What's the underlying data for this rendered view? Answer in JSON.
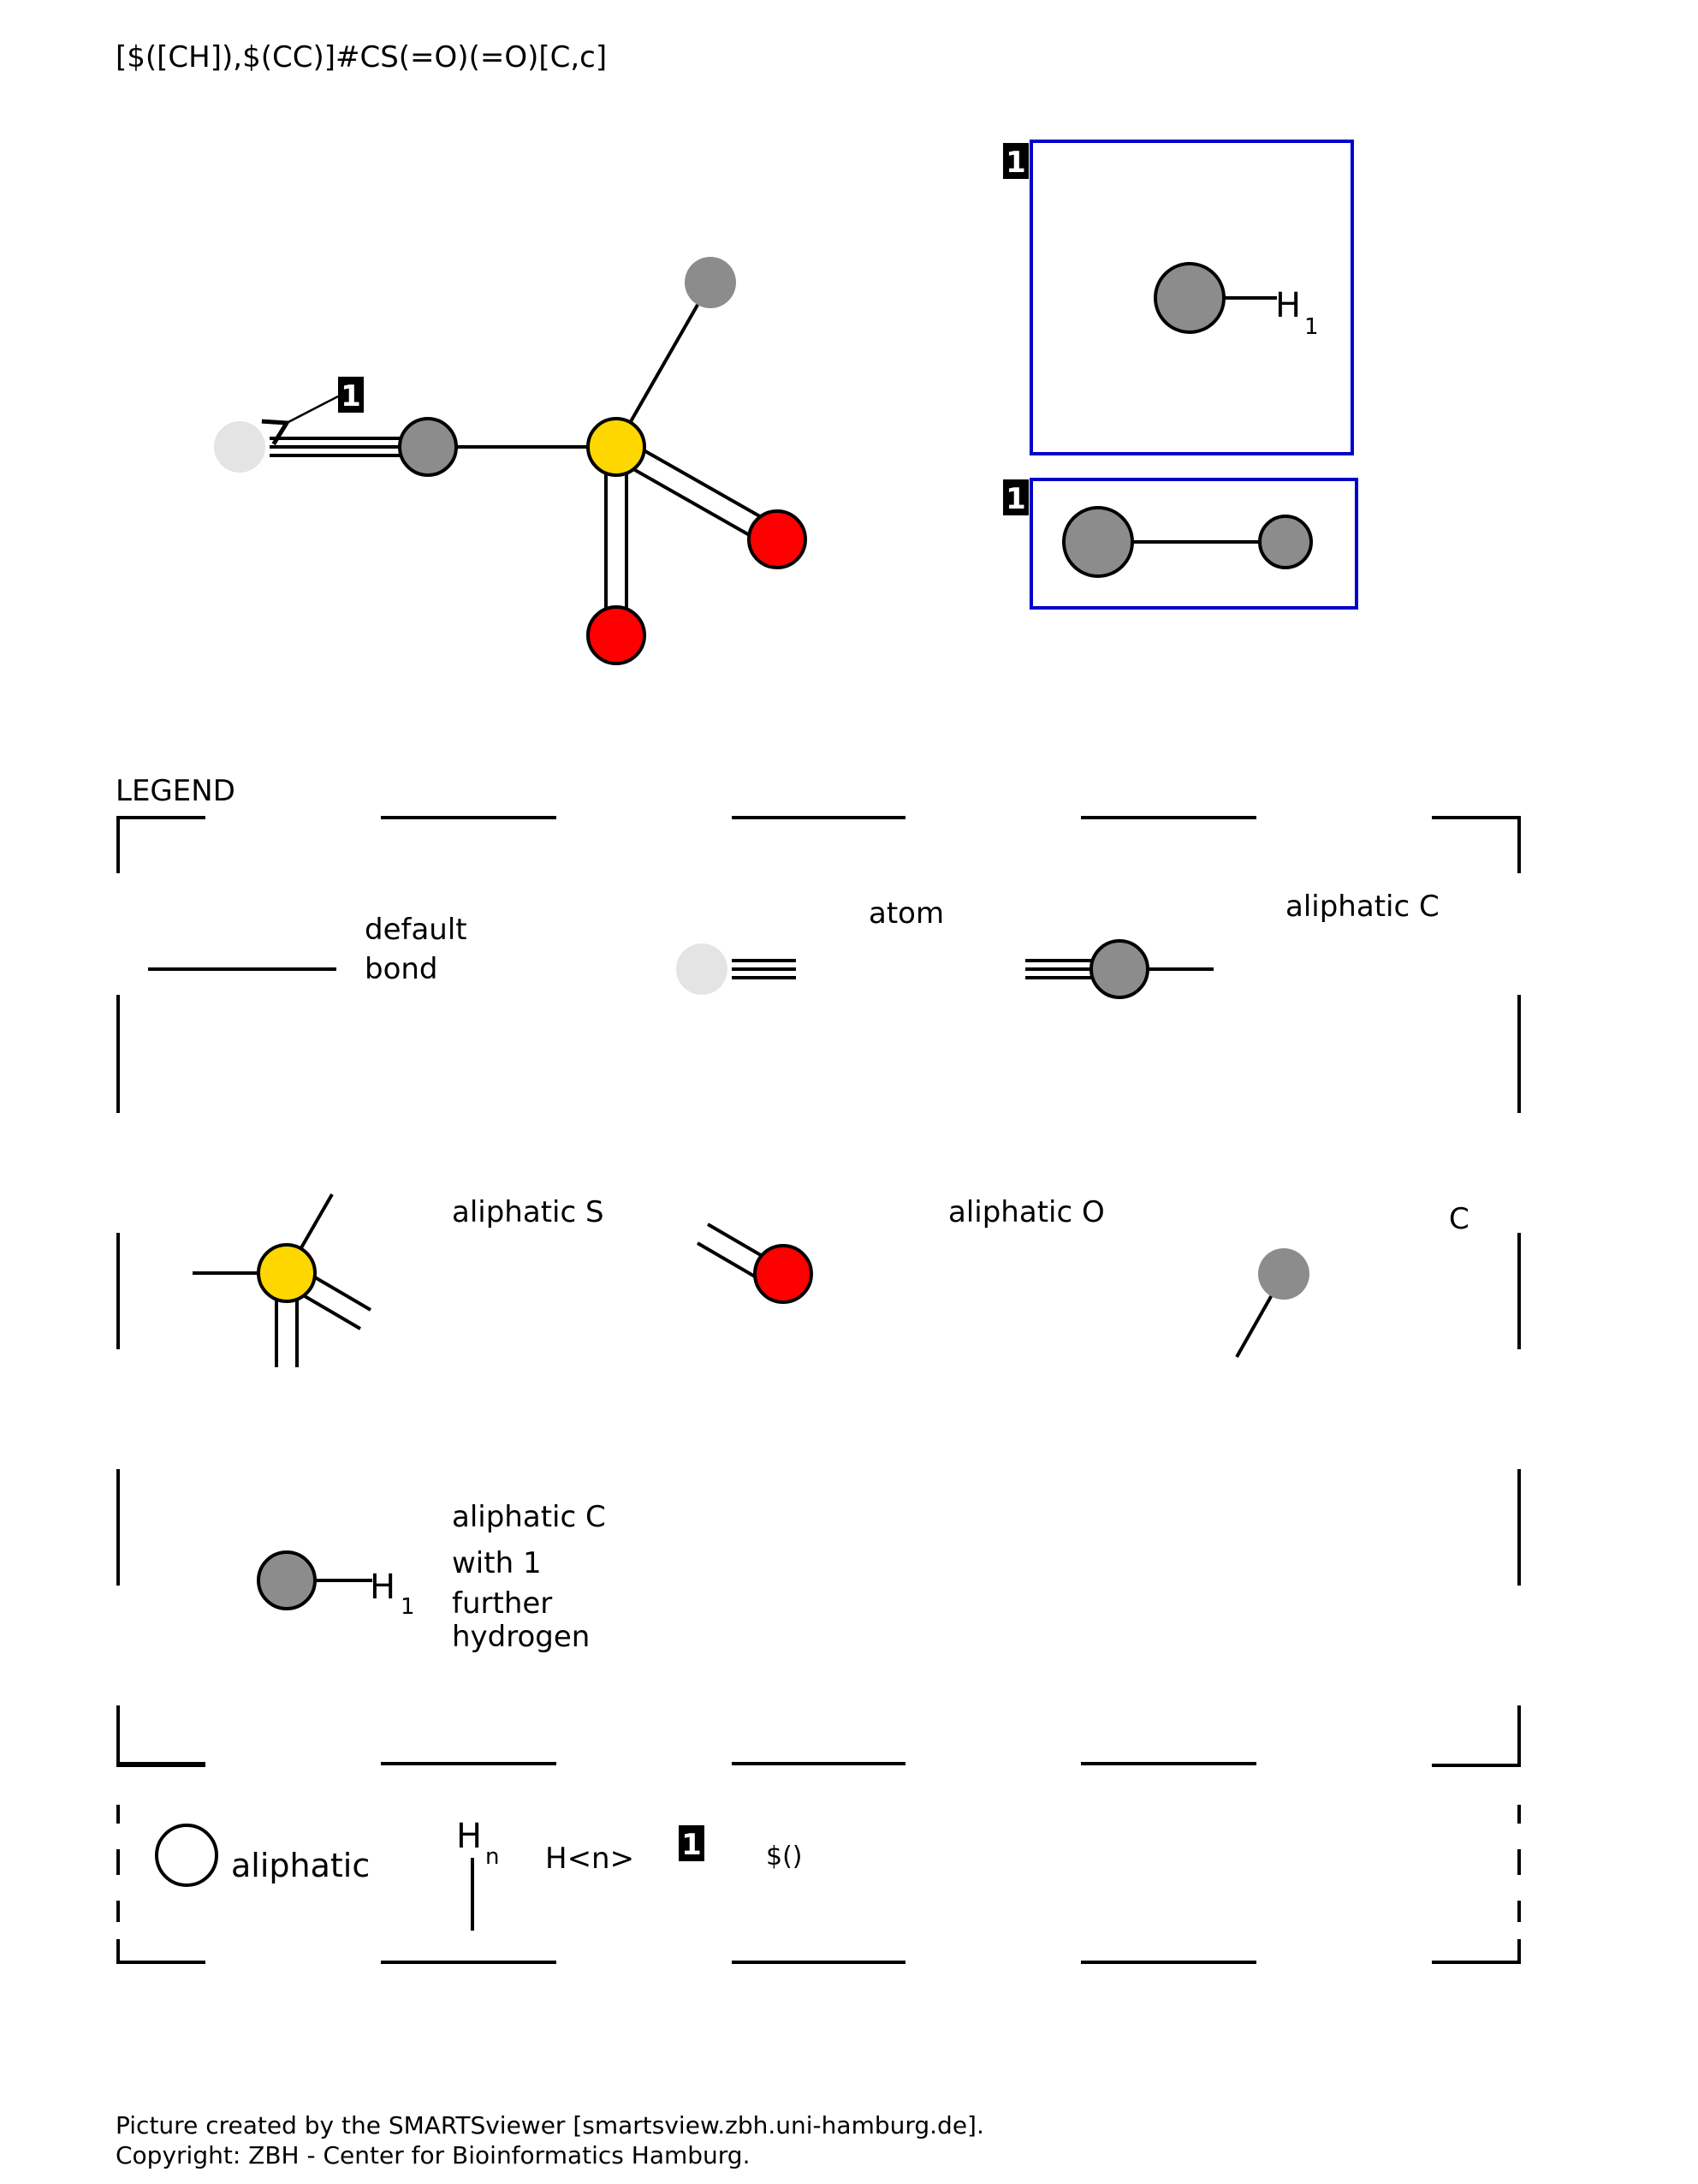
{
  "smarts": "[$([CH]),$(CC)]#CS(=O)(=O)[C,c]",
  "colors": {
    "carbon": "#8c8c8c",
    "sulfur": "#ffd700",
    "oxygen": "#ff0000",
    "any_atom": "#e4e4e4",
    "recursive_box": "#0000cc",
    "badge": "#000000"
  },
  "badges": {
    "main": "1",
    "box_ch": "1",
    "box_cc": "1",
    "legend": "1"
  },
  "boxes": {
    "ch_h_label": "H",
    "ch_h_count": "1"
  },
  "legend": {
    "title": "LEGEND",
    "default_bond_line1": "default",
    "default_bond_line2": "bond",
    "atom": "atom",
    "aliphatic_c": "aliphatic C",
    "aliphatic_s": "aliphatic S",
    "aliphatic_o": "aliphatic O",
    "c_or_c": "C",
    "ch_h_label": "H",
    "ch_h_count": "1",
    "ch_line1": "aliphatic C",
    "ch_line2": "with 1",
    "ch_line3": "further",
    "ch_line4": "hydrogen",
    "aliphatic": "aliphatic",
    "hn_h": "H",
    "hn_n": "n",
    "hn_label": "H<n>",
    "recursive_label": "$()"
  },
  "footer": {
    "line1": "Picture created by the SMARTSviewer [smartsview.zbh.uni-hamburg.de].",
    "line2": "Copyright: ZBH - Center for Bioinformatics Hamburg."
  }
}
